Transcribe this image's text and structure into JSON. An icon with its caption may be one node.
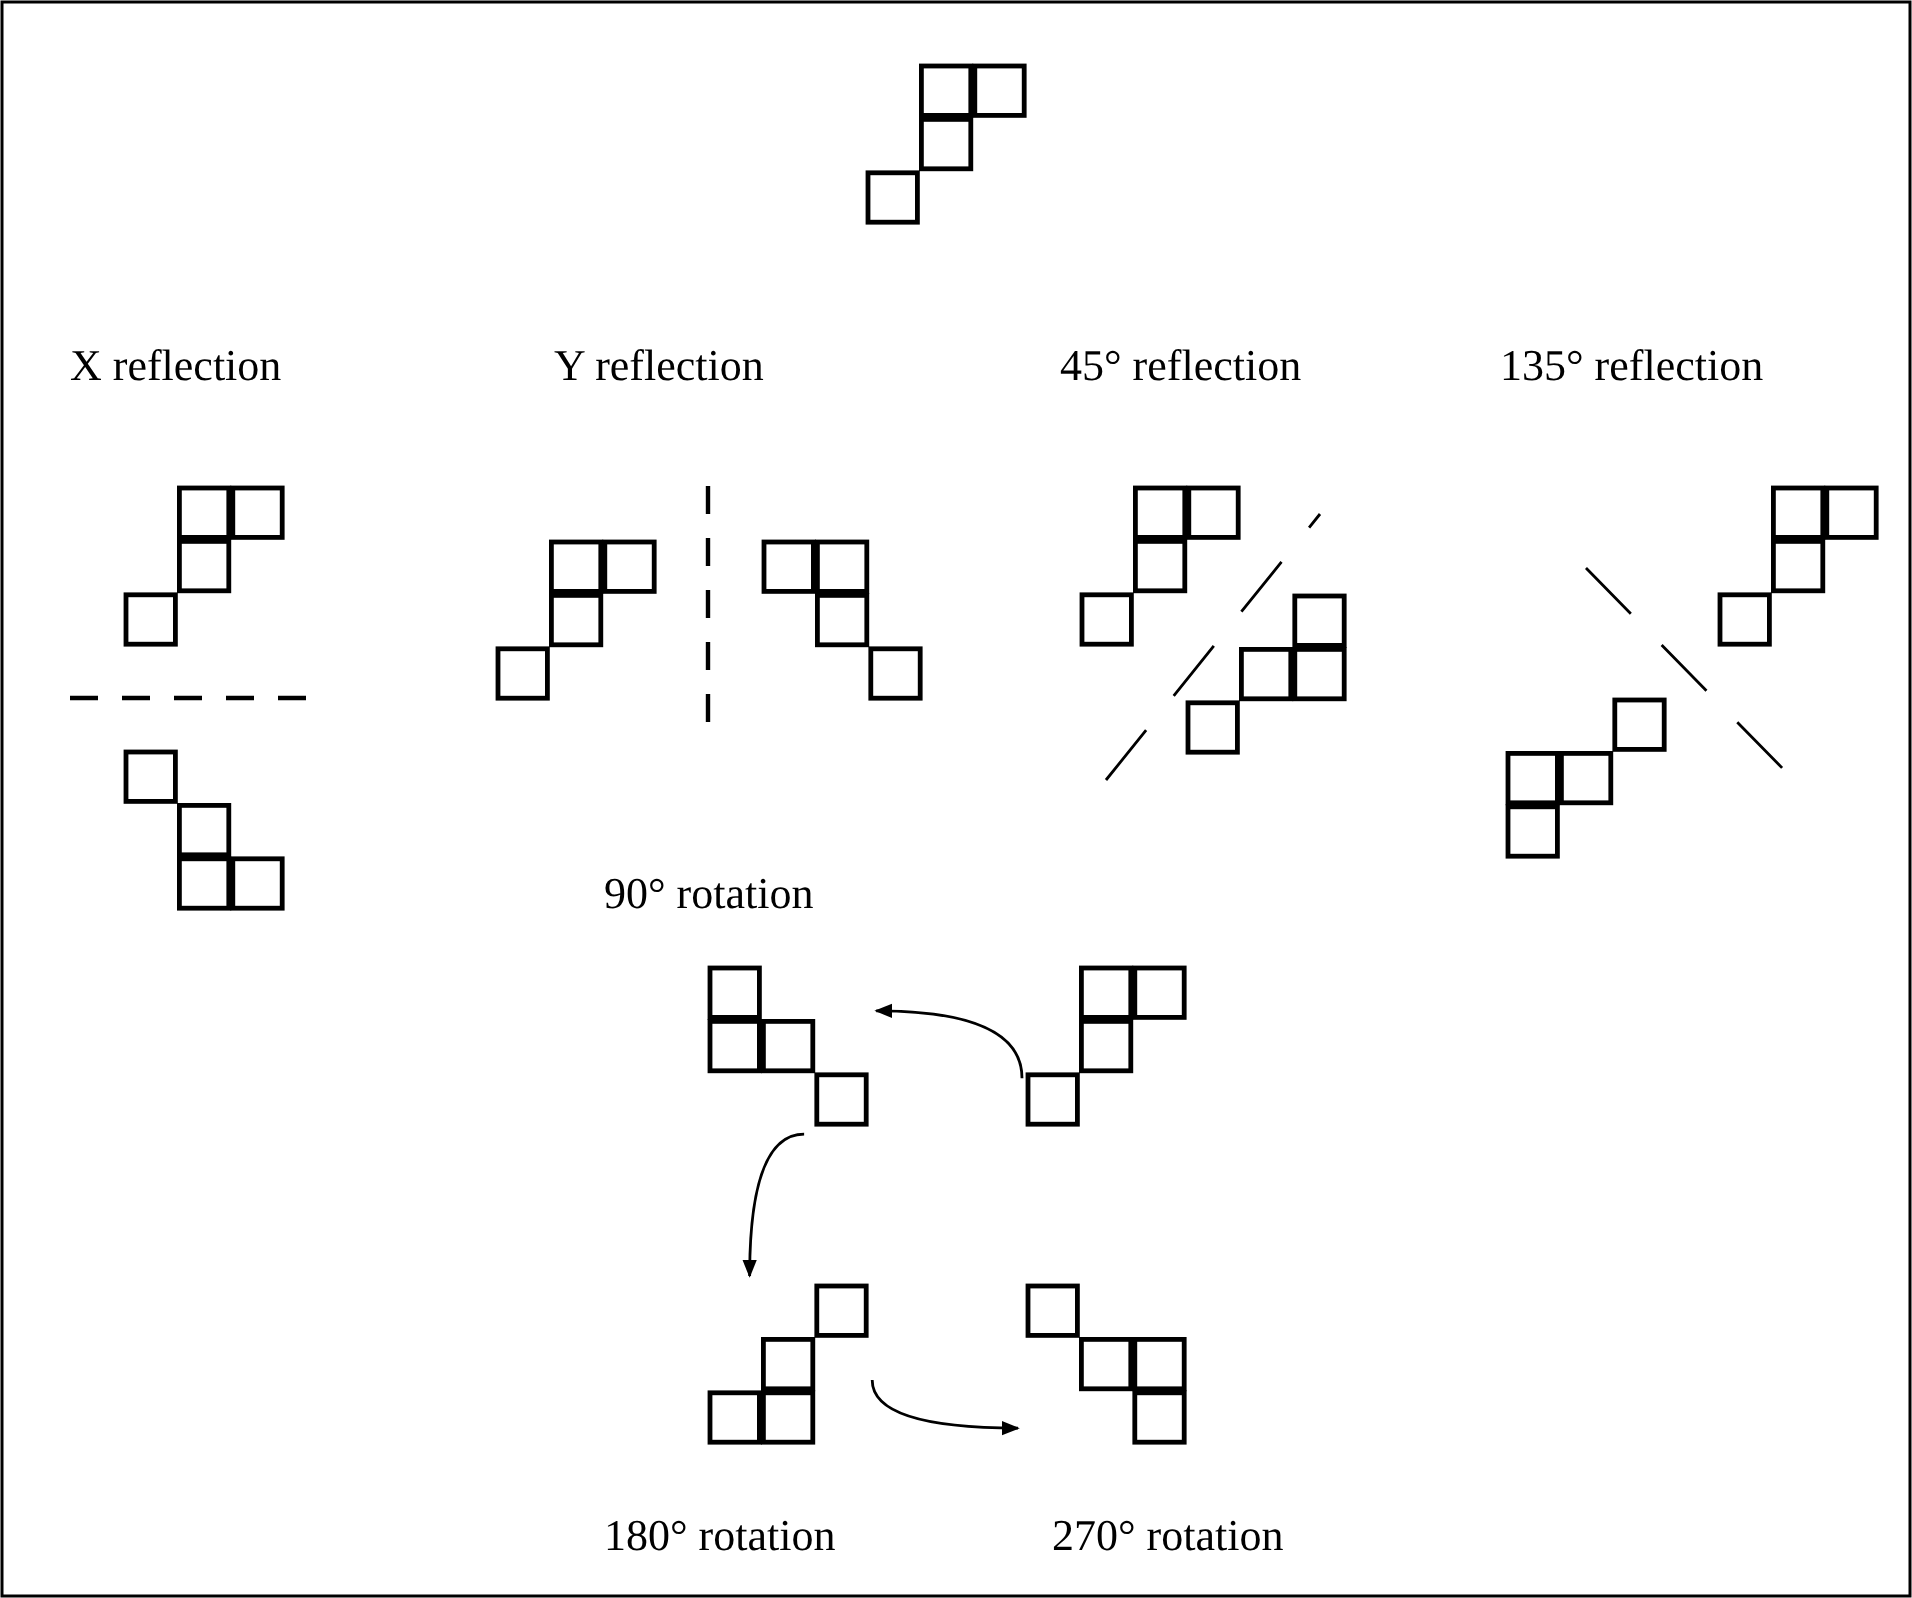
{
  "diagram": {
    "nodes": [
      {
        "text": [],
        "shape": "picture"
      },
      {
        "text": [],
        "shape": "picture"
      },
      {
        "text": [],
        "shape": "picture"
      },
      {
        "text": [],
        "shape": "picture"
      },
      {
        "text": [],
        "shape": "picture"
      },
      {
        "text": [],
        "shape": "picture"
      },
      {
        "text": [],
        "shape": "picture"
      },
      {
        "text": [],
        "shape": "picture"
      },
      {
        "text": [],
        "shape": "picture"
      },
      {
        "text": [],
        "shape": "picture"
      },
      {
        "text": [],
        "shape": "picture"
      },
      {
        "text": [],
        "shape": "picture"
      },
      {
        "text": [],
        "shape": "picture"
      }
    ],
    "edges": [
      {
        "from": 10,
        "to": 9,
        "arrow": "to"
      },
      {
        "from": 9,
        "to": 11,
        "arrow": "to"
      },
      {
        "from": 11,
        "to": 12,
        "arrow": "to"
      }
    ],
    "labels": [
      "X reflection",
      "Y reflection",
      "45° reflection",
      "135° reflection",
      "90° rotation",
      "180° rotation",
      "270° rotation"
    ]
  }
}
